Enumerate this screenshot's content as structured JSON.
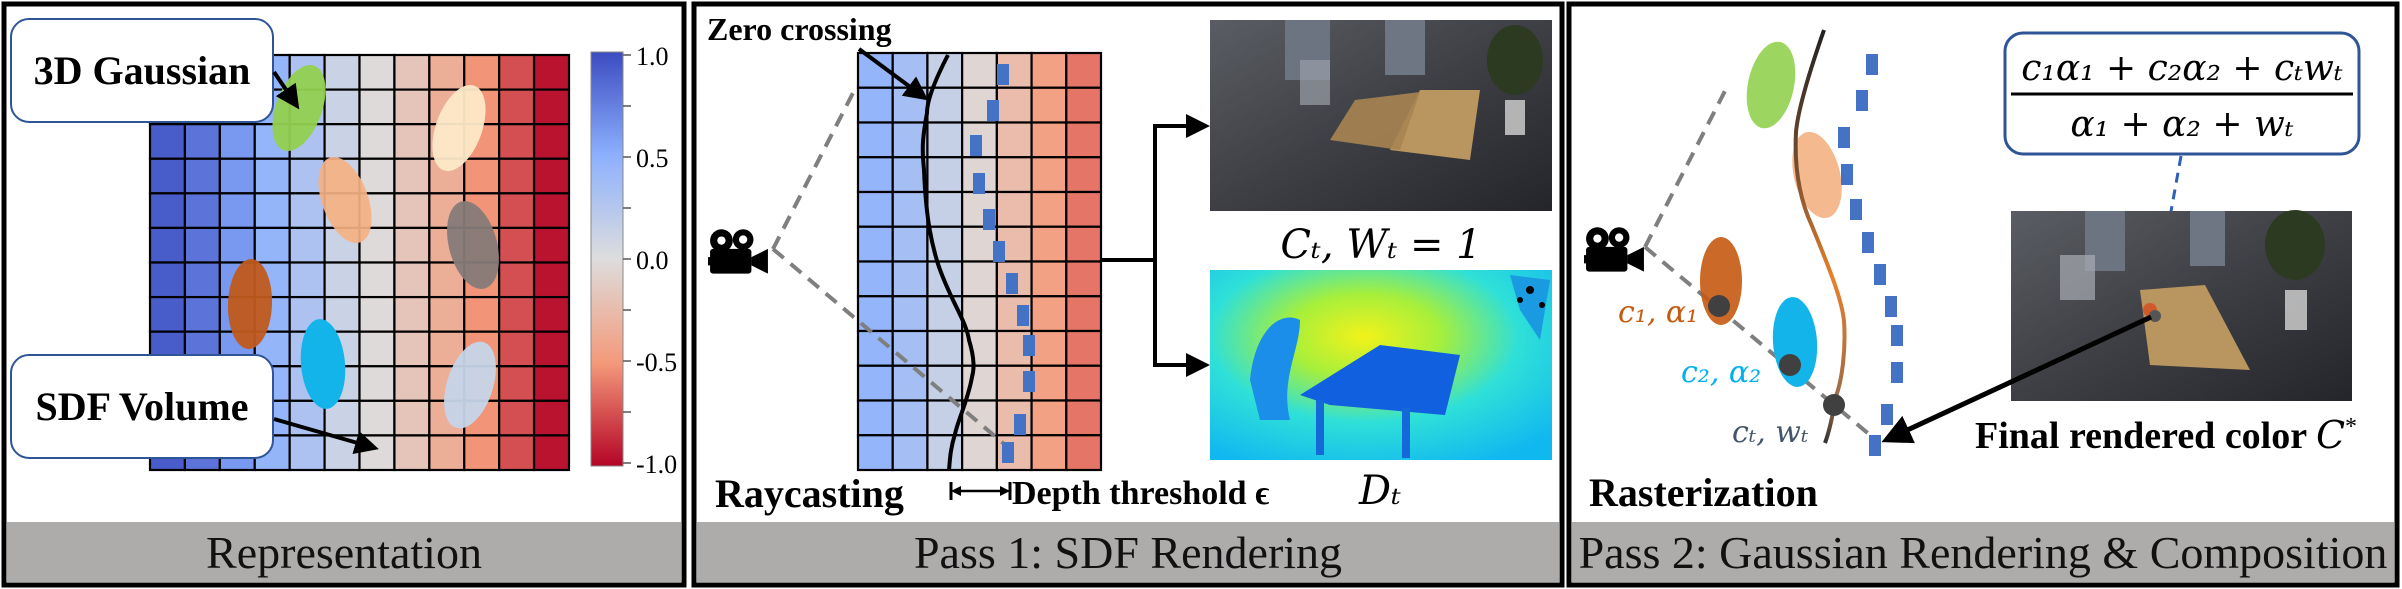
{
  "panels": {
    "representation": {
      "title": "Representation",
      "gaussian_label": "3D Gaussian",
      "sdf_label": "SDF Volume",
      "colorbar_ticks": [
        "1.0",
        "0.5",
        "0.0",
        "-0.5",
        "-1.0"
      ],
      "sdf_column_values": [
        0.92,
        0.8,
        0.62,
        0.45,
        0.3,
        0.12,
        -0.02,
        -0.18,
        -0.35,
        -0.52,
        -0.75,
        -0.95
      ]
    },
    "pass1": {
      "title": "Pass 1: SDF Rendering",
      "zero_crossing_label": "Zero crossing",
      "raycasting_label": "Raycasting",
      "depth_threshold_label": "Depth threshold ϵ",
      "color_output_label": "Cₜ, Wₜ = 1",
      "depth_output_label": "Dₜ",
      "sdf_column_values": [
        0.45,
        0.35,
        0.15,
        -0.05,
        -0.25,
        -0.45,
        -0.62
      ]
    },
    "pass2": {
      "title": "Pass 2: Gaussian Rendering & Composition",
      "rasterization_label": "Rasterization",
      "gaussian1_label": "c₁, α₁",
      "gaussian2_label": "c₂, α₂",
      "surface_label": "cₜ, wₜ",
      "formula_numerator": "c₁α₁ + c₂α₂ + cₜwₜ",
      "formula_denominator": "α₁ + α₂ + wₜ",
      "final_label": "Final rendered color",
      "final_symbol": "C",
      "final_symbol_sup": "*"
    }
  },
  "colors": {
    "band": "#aeabab",
    "box_border": "#2f5597",
    "surfel_blue": "#4472c4",
    "gaussian_green": "#92d050",
    "gaussian_peach": "#f4b183",
    "gaussian_cream": "#fde9c8",
    "gaussian_gray": "#857a78",
    "gaussian_brown": "#c55a11",
    "gaussian_cyan": "#13b4ea",
    "gaussian_lightblue": "#c5d5e8",
    "label_orange": "#c55a11",
    "label_cyan": "#00b0f0",
    "label_gray": "#44546a"
  }
}
